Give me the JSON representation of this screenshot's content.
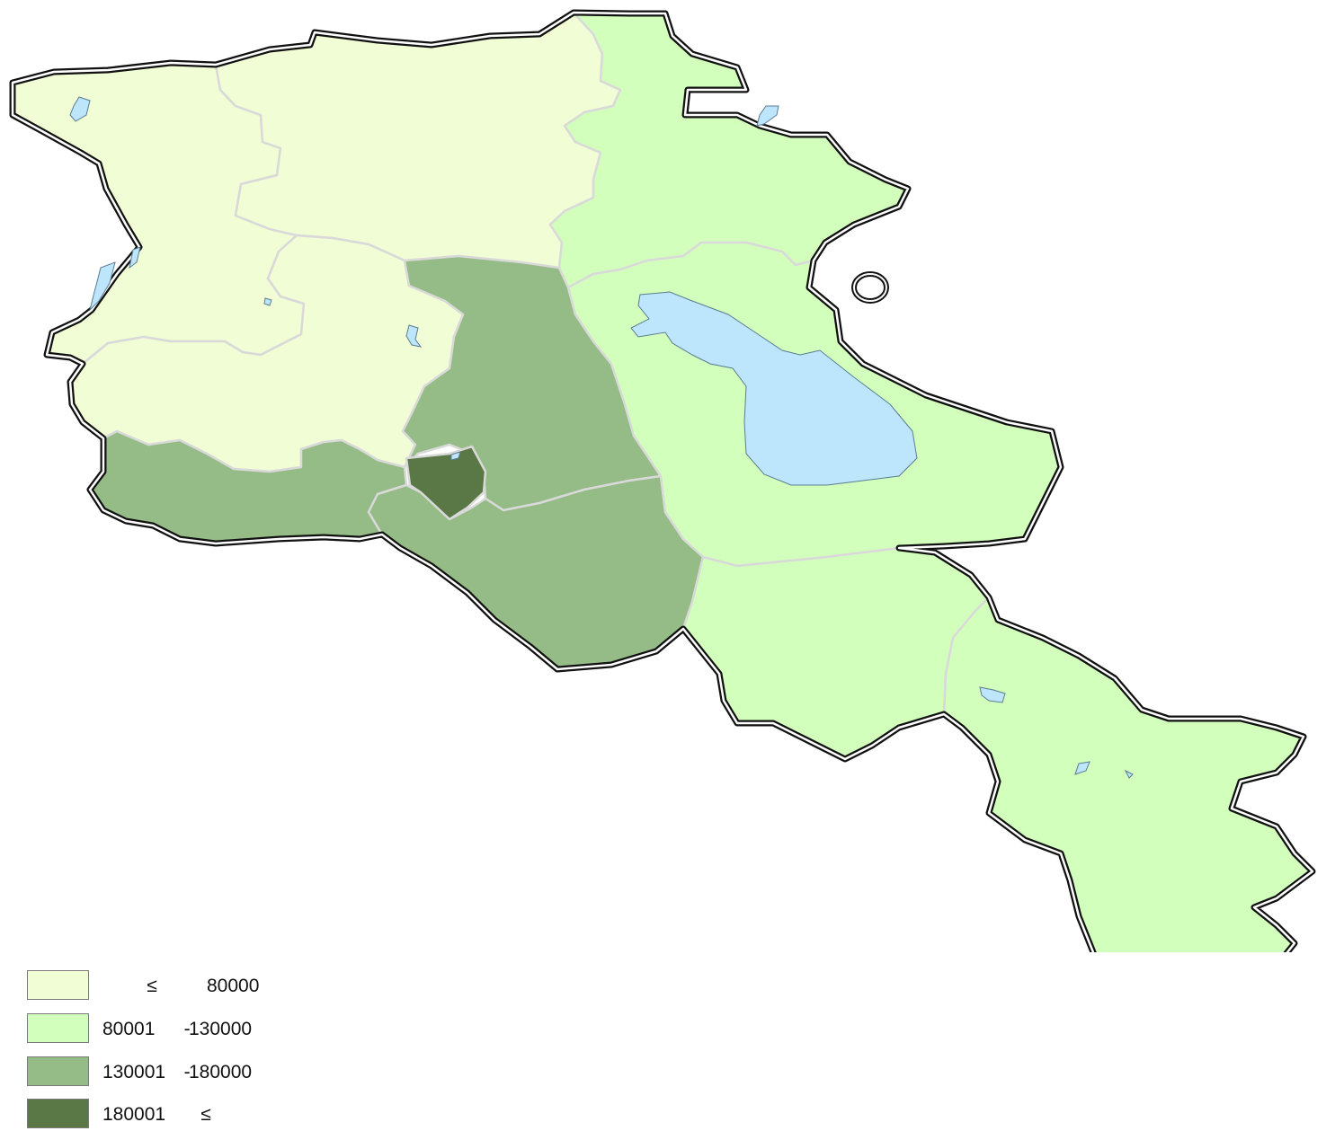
{
  "colors": {
    "class_1": "#f1fdd5",
    "class_2": "#d3ffbd",
    "class_3": "#95bb86",
    "class_4": "#5a7746",
    "lake": "#bde5fc",
    "region_border": "#d9d9d9",
    "country_border": "#111111"
  },
  "legend": [
    {
      "low": "",
      "op": "≤",
      "high": "80000",
      "color_key": "class_1"
    },
    {
      "low": "80001",
      "op": "- ",
      "high": "130000",
      "color_key": "class_2"
    },
    {
      "low": "130001",
      "op": "- ",
      "high": "180000",
      "color_key": "class_3"
    },
    {
      "low": "180001",
      "op": "≤",
      "high": "",
      "color_key": "class_4"
    }
  ],
  "regions": [
    {
      "id": "shirak-region",
      "class": "class_1"
    },
    {
      "id": "lori-region",
      "class": "class_1"
    },
    {
      "id": "aragatsotn-region",
      "class": "class_1"
    },
    {
      "id": "armavir-region",
      "class": "class_3"
    },
    {
      "id": "kotayk-region",
      "class": "class_3"
    },
    {
      "id": "ararat-region",
      "class": "class_3"
    },
    {
      "id": "yerevan-region",
      "class": "class_4"
    },
    {
      "id": "tavush-region",
      "class": "class_2"
    },
    {
      "id": "gegharkunik-region",
      "class": "class_2"
    },
    {
      "id": "vayots-dzor-region",
      "class": "class_2"
    },
    {
      "id": "syunik-region",
      "class": "class_2"
    }
  ]
}
